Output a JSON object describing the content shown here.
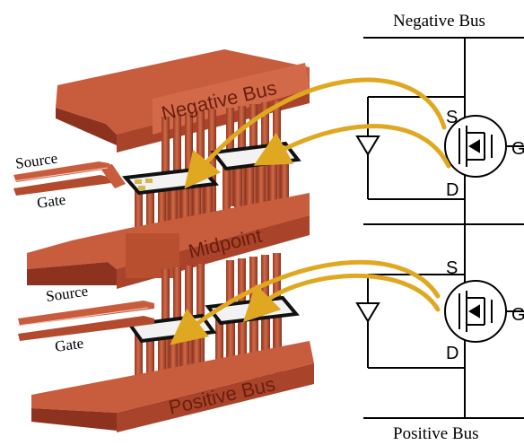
{
  "module": {
    "negative_bus_label": "Negative Bus",
    "midpoint_label": "Midpoint",
    "positive_bus_label": "Positive Bus",
    "upper_source_label": "Source",
    "upper_gate_label": "Gate",
    "lower_source_label": "Source",
    "lower_gate_label": "Gate"
  },
  "schematic": {
    "top_rail_label": "Negative Bus",
    "bottom_rail_label": "Positive Bus",
    "upper_switch": {
      "source_label": "S",
      "drain_label": "D",
      "gate_label": "G"
    },
    "lower_switch": {
      "source_label": "S",
      "drain_label": "D",
      "gate_label": "G"
    }
  },
  "colors": {
    "copper": "#c45a3c",
    "copper_dark": "#8e3220",
    "copper_light": "#e07a55",
    "arrow": "#e0a820",
    "wire": "#000000"
  }
}
